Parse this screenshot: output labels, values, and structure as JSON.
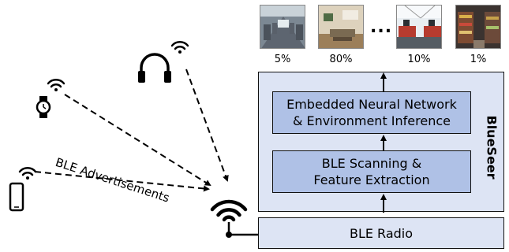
{
  "system_name": "BlueSeer",
  "blocks": {
    "nn_line1": "Embedded Neural Network",
    "nn_line2": "& Environment Inference",
    "scan_line1": "BLE Scanning &",
    "scan_line2": "Feature Extraction",
    "radio": "BLE Radio"
  },
  "edge_label": "BLE Advertisements",
  "environments": [
    {
      "name": "train-interior",
      "probability": "5%"
    },
    {
      "name": "living-room",
      "probability": "80%"
    },
    {
      "name": "office",
      "probability": "10%"
    },
    {
      "name": "store",
      "probability": "1%"
    }
  ],
  "ellipsis": "...",
  "devices": [
    "smartphone-icon",
    "smartwatch-icon",
    "headphones-icon"
  ]
}
